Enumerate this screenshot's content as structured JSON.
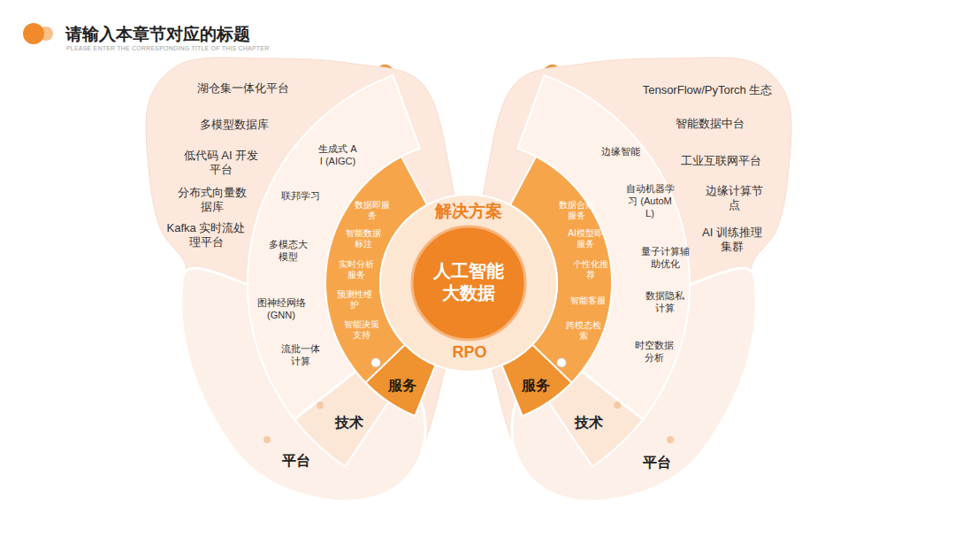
{
  "diagram": {
    "title": "请输入本章节对应的标题",
    "nodes": [
      {
        "text": [
          "解决方案",
          "人工智能 大数据",
          "RPO"
        ]
      },
      {
        "text": [
          "数据即服务",
          "智能数据标注",
          "实时分析服务",
          "预测性维护",
          "智能决策支持",
          "服务"
        ]
      },
      {
        "text": [
          "生成式 AI (AIGC)",
          "联邦学习",
          "多模态大模型",
          "图神经网络 (GNN)",
          "流批一体计算",
          "技术"
        ]
      },
      {
        "text": [
          "湖仓集一体化平台",
          "多模型数据库",
          "低代码 AI 开发平台",
          "分布式向量数据库",
          "Kafka 实时流处理平台",
          "平台"
        ]
      },
      {
        "text": [
          "数据合规服务",
          "AI模型即服务",
          "个性化推荐",
          "智能客服",
          "跨模态检索",
          "服务"
        ]
      },
      {
        "text": [
          "边缘智能",
          "自动机器学习 (AutoML)",
          "量子计算辅助优化",
          "数据隐私计算",
          "时空数据分析",
          "技术"
        ]
      },
      {
        "text": [
          "TensorFlow/PyTorch 生态",
          "智能数据中台",
          "工业互联网平台",
          "边缘计算节点",
          "AI 训练推理集群",
          "平台"
        ]
      }
    ],
    "labels": [
      "PLEASE ENTER THE CORRESPONDING TITLE OF THIS CHAPTER"
    ]
  }
}
